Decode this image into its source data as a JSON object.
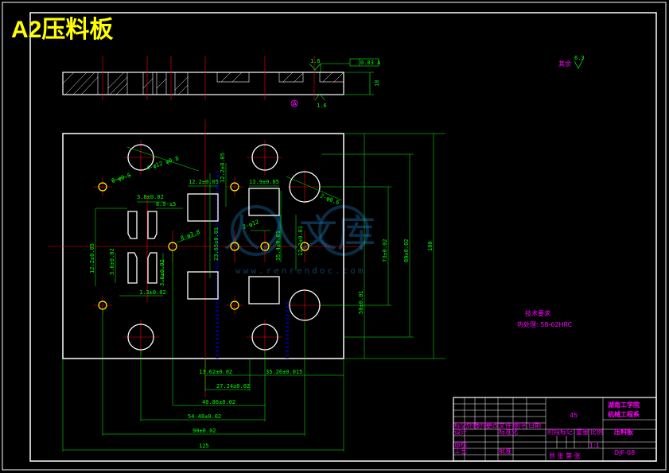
{
  "drawing": {
    "title": "A2压料板",
    "background": "#000000",
    "colors": {
      "outline": "#ffffff",
      "center": "#ff0000",
      "dimension": "#00ff00",
      "text": "#ff00ff",
      "title": "#ffff00",
      "hidden": "#0000ff"
    }
  },
  "side_view": {
    "thickness_dim": "18",
    "roughness_top": "1.6",
    "roughness_bottom": "1.6",
    "flatness_tol": "0.03 A",
    "datum": "A"
  },
  "corner_roughness": {
    "label": "其余",
    "value": "6.3"
  },
  "dimensions": {
    "d1": "8-φ0.5",
    "d2": "4-φ12 φ0.8",
    "d3": "3.8±0.02",
    "d4": "8.9-±5",
    "d5": "12.2±0.05",
    "d6": "12.2±0.05",
    "d7": "13.9±0.05",
    "d8": "2-φ0.6",
    "d9": "8-φ3.8",
    "d10": "12.2±0.05",
    "d11": "3.6±0.02",
    "d12": "1.3±0.02",
    "d13": "3.6±0.02",
    "d14": "23.65±0.01",
    "d15": "35.4±0.01",
    "d16": "12.2±0.01",
    "d17": "2-φ12",
    "d18": "73±0.02",
    "d19": "50±0.01",
    "d20": "80±0.02",
    "d21": "100",
    "d22": "13.62±0.02",
    "d23": "35.26±0.015",
    "d24": "27.24±0.02",
    "d25": "40.86±0.02",
    "d26": "54.48±0.02",
    "d27": "90±0.02",
    "d28": "125"
  },
  "tech_requirements": {
    "heading": "技术要求",
    "line1": "热处理: 58-62HRC"
  },
  "watermark": {
    "chars": "人人文库",
    "url": "www.renrendoc.com"
  },
  "title_block": {
    "school": "湖南工学院",
    "dept": "机械工程系",
    "material": "45",
    "part_name": "压料板",
    "drawing_no": "DJF-08",
    "scale": "1:1",
    "sheet": "共 张 第 张",
    "headers": [
      "标记",
      "处数",
      "分区",
      "更改文件号",
      "签名",
      "日期"
    ],
    "row_labels": [
      "设计",
      "标准化",
      "审核",
      "工艺",
      "批准"
    ],
    "stage_labels": [
      "阶段标记",
      "重量",
      "比例"
    ]
  }
}
